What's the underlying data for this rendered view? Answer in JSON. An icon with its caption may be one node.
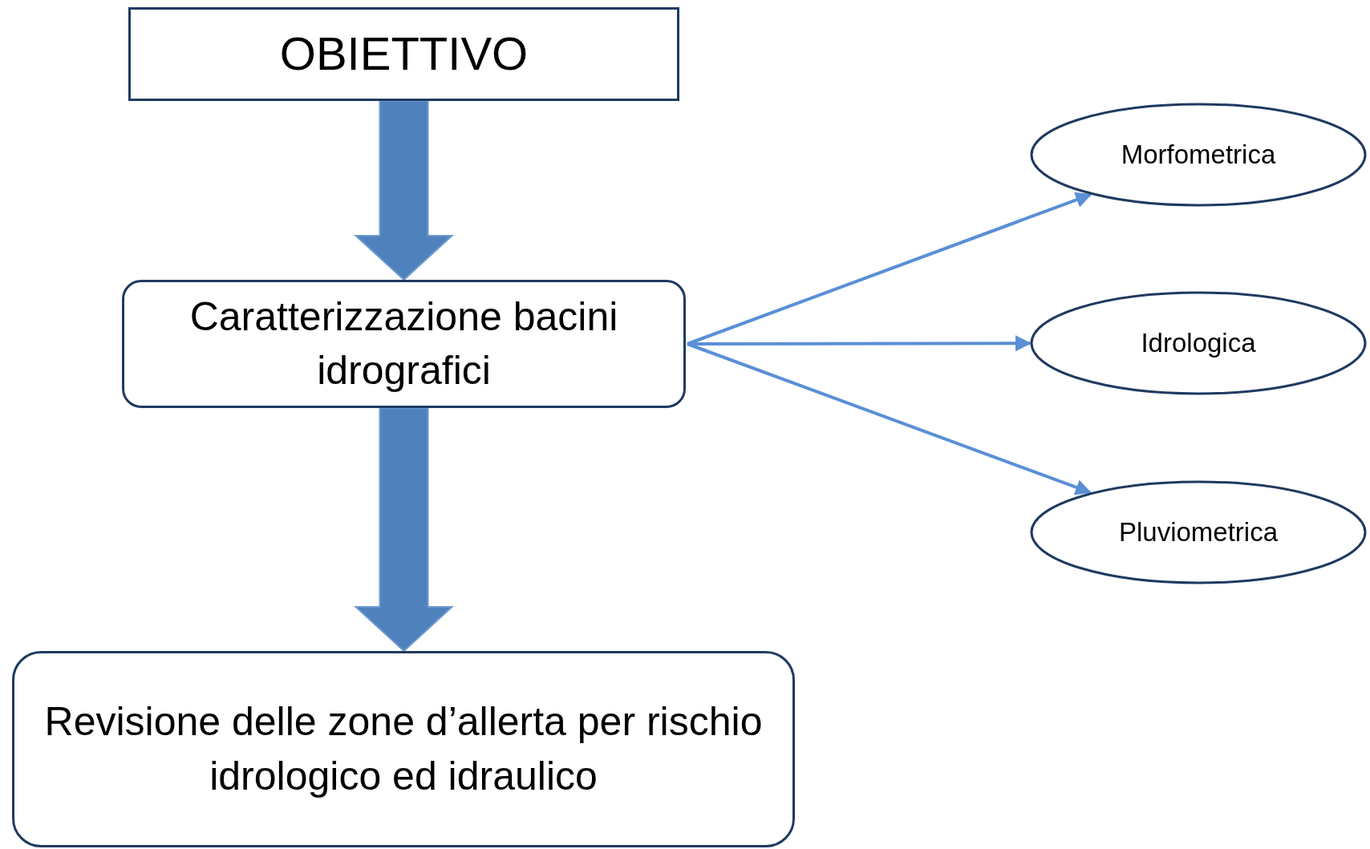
{
  "diagram": {
    "nodes": [
      {
        "text": [
          "OBIETTIVO"
        ]
      },
      {
        "text": [
          "Caratterizzazione bacini idrografici"
        ]
      },
      {
        "text": [
          "Revisione delle zone d’allerta per rischio idrologico ed idraulico"
        ]
      },
      {
        "text": [
          "Morfometrica"
        ]
      },
      {
        "text": [
          "Idrologica"
        ]
      },
      {
        "text": [
          "Pluviometrica"
        ]
      }
    ],
    "edges": [
      {
        "from": 0,
        "to": 1,
        "arrow": "to",
        "style": "thick",
        "color": "#4f81bd"
      },
      {
        "from": 1,
        "to": 2,
        "arrow": "to",
        "style": "thick",
        "color": "#4f81bd"
      },
      {
        "from": 1,
        "to": 3,
        "arrow": "to"
      },
      {
        "from": 1,
        "to": 4,
        "arrow": "to"
      },
      {
        "from": 1,
        "to": 5,
        "arrow": "to"
      }
    ]
  }
}
